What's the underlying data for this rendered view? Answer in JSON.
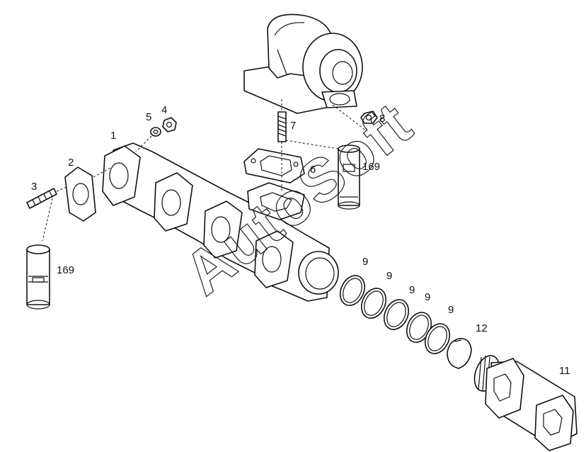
{
  "diagram": {
    "watermark": "AutoSoft",
    "callouts": {
      "c1": "1",
      "c2": "2",
      "c3": "3",
      "c4": "4",
      "c5": "5",
      "c6": "6",
      "c7": "7",
      "c8": "8",
      "c9a": "9",
      "c9b": "9",
      "c9c": "9",
      "c9d": "9",
      "c9e": "9",
      "c11": "11",
      "c12": "12",
      "c169a": "169",
      "c169b": "169"
    }
  }
}
